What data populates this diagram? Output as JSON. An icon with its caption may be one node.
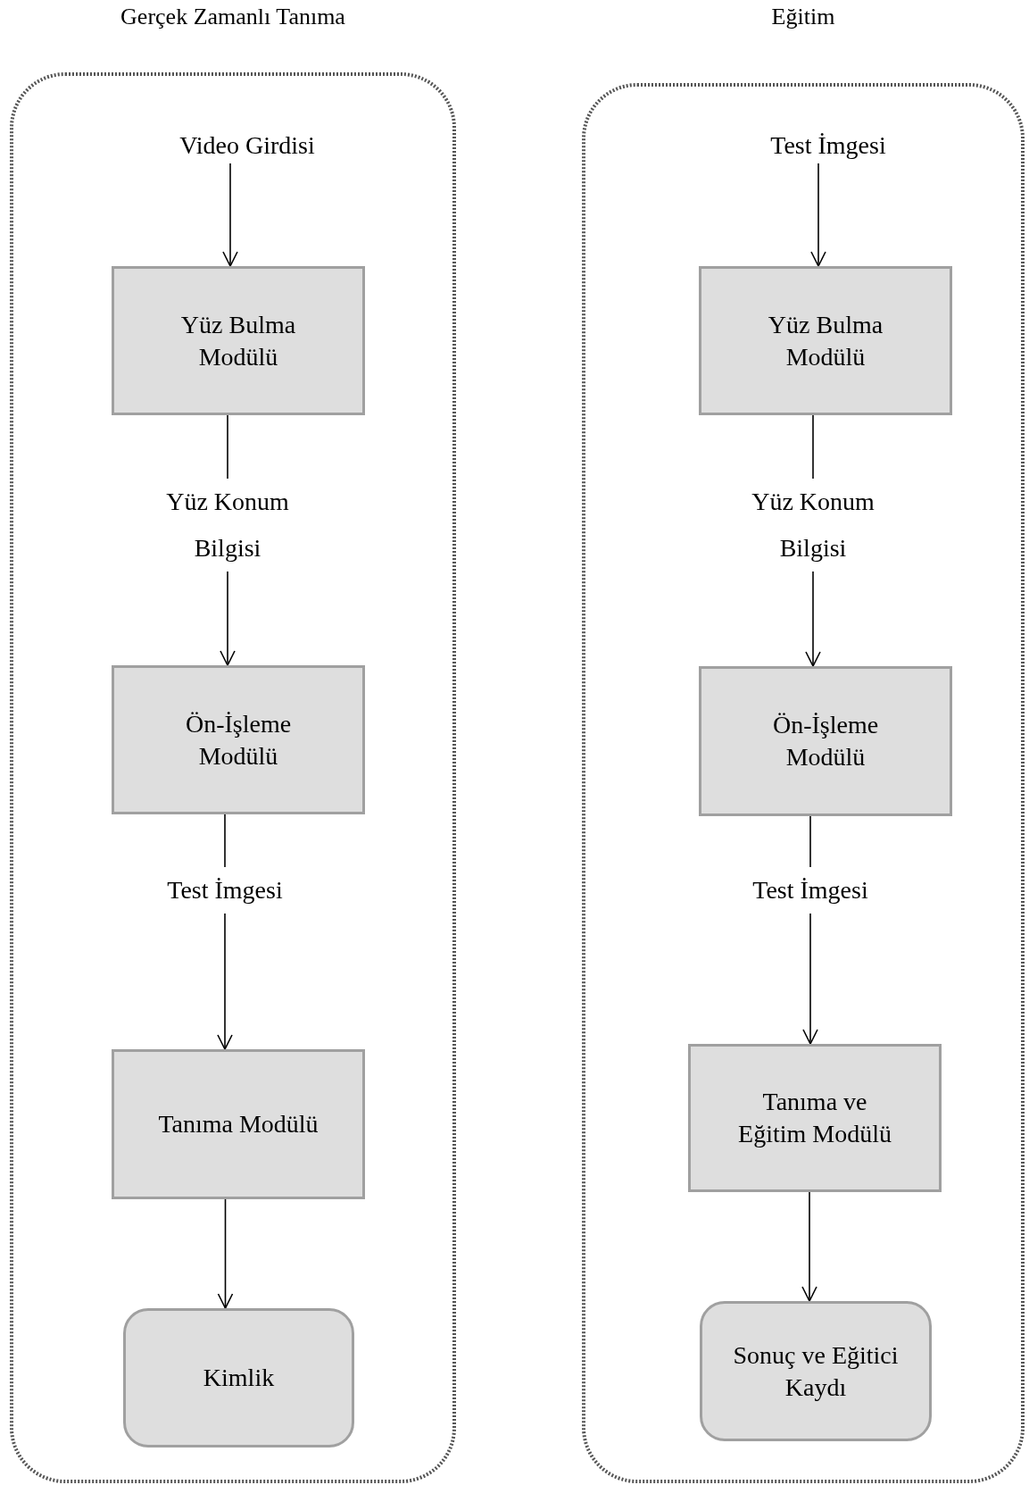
{
  "diagram": {
    "nodes": [
      {
        "text": [
          "Gerçek Zamanlı Tanıma"
        ]
      },
      {
        "text": [
          "Video Girdisi"
        ],
        "in": 0
      },
      {
        "text": [
          "Yüz Bulma Modülü"
        ],
        "in": 0
      },
      {
        "text": [
          "Ön-İşleme Modülü"
        ],
        "in": 0
      },
      {
        "text": [
          "Tanıma Modülü"
        ],
        "in": 0
      },
      {
        "text": [
          "Kimlik"
        ],
        "in": 0
      },
      {
        "text": [
          "Eğitim"
        ]
      },
      {
        "text": [
          "Test İmgesi"
        ],
        "in": 6
      },
      {
        "text": [
          "Yüz Bulma Modülü"
        ],
        "in": 6
      },
      {
        "text": [
          "Ön-İşleme Modülü"
        ],
        "in": 6
      },
      {
        "text": [
          "Tanıma ve Eğitim Modülü"
        ],
        "in": 6
      },
      {
        "text": [
          "Sonuç ve Eğitici Kaydı"
        ],
        "in": 6
      }
    ],
    "edges": [
      {
        "from": 1,
        "to": 2,
        "arrow": "to"
      },
      {
        "from": 2,
        "to": 3,
        "arrow": "to",
        "label": "Yüz Konum Bilgisi"
      },
      {
        "from": 3,
        "to": 4,
        "arrow": "to",
        "label": "Test İmgesi"
      },
      {
        "from": 4,
        "to": 5,
        "arrow": "to"
      },
      {
        "from": 7,
        "to": 8,
        "arrow": "to"
      },
      {
        "from": 8,
        "to": 9,
        "arrow": "to",
        "label": "Yüz Konum Bilgisi"
      },
      {
        "from": 9,
        "to": 10,
        "arrow": "to",
        "label": "Test İmgesi"
      },
      {
        "from": 10,
        "to": 11,
        "arrow": "to"
      }
    ]
  }
}
